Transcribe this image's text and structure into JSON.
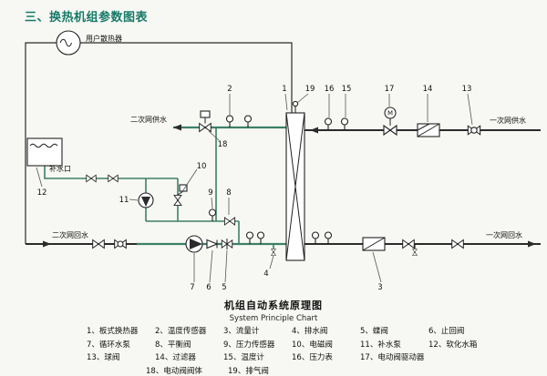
{
  "page": {
    "title": "三、换热机组参数图表",
    "accent_color": "#177a68",
    "pipe_green": "#3c8068"
  },
  "diagram": {
    "labels": {
      "user_radiator": "用户散热器",
      "secondary_supply": "二次网供水",
      "makeup_port": "补水口",
      "secondary_return": "二次网回水",
      "primary_supply": "一次网供水",
      "primary_return": "一次网回水"
    },
    "callouts": {
      "plate_heat_exchanger": "1",
      "temp_sensor": "2",
      "flow_meter": "3",
      "drain_valve": "4",
      "butterfly_valve": "5",
      "check_valve": "6",
      "circulating_pump": "7",
      "balance_valve": "8",
      "pressure_sensor": "9",
      "solenoid_valve": "10",
      "makeup_pump": "11",
      "softened_tank": "12",
      "ball_valve": "13",
      "filter": "14",
      "thermometer": "15",
      "pressure_gauge": "16",
      "valve_actuator": "17",
      "electric_valve_body": "18",
      "air_vent": "19"
    },
    "actuator_label": "M"
  },
  "caption": {
    "zh": "机组自动系统原理图",
    "en": "System Principle Chart"
  },
  "legend": {
    "rows": [
      [
        "1、板式换热器",
        "2、温度传感器",
        "3、流量计",
        "4、排水阀",
        "5、蝶阀",
        "6、止回阀"
      ],
      [
        "7、循环水泵",
        "8、平衡阀",
        "9、压力传感器",
        "10、电磁阀",
        "11、补水泵",
        "12、软化水箱"
      ],
      [
        "13、球阀",
        "14、过滤器",
        "15、温度计",
        "16、压力表",
        "17、电动阀驱动器"
      ],
      [
        "18、电动阀阀体",
        "19、排气阀"
      ]
    ]
  }
}
